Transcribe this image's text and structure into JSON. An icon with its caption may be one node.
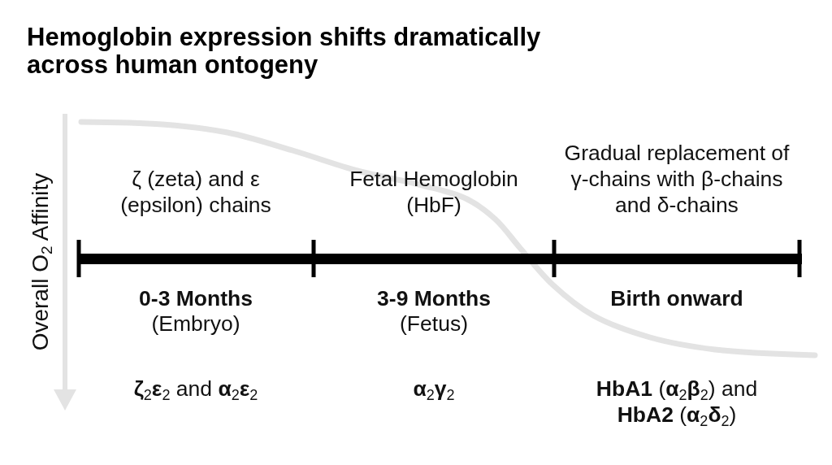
{
  "diagram": {
    "title": "Hemoglobin expression shifts dramatically across human ontogeny",
    "labels": [
      "Overall O$_{2}$ Affinity",
      "ζ (zeta) and ε (epsilon) chains",
      "Fetal Hemoglobin (HbF)",
      "Gradual replacement of γ-chains with β-chains and δ-chains",
      "0-3 Months",
      "3-9 Months",
      "Birth onward",
      "(Embryo)",
      "(Fetus)",
      "**ζ**$_{2}$**ε**$_{2}$ and **α**$_{2}$**ε**$_{2}$",
      "**α**$_{2}$**γ**$_{2}$",
      "**HbA1** (**α**$_{2}$**β**$_{2}$) and **HbA2** (**α**$_{2}$**δ**$_{2}$)"
    ]
  }
}
